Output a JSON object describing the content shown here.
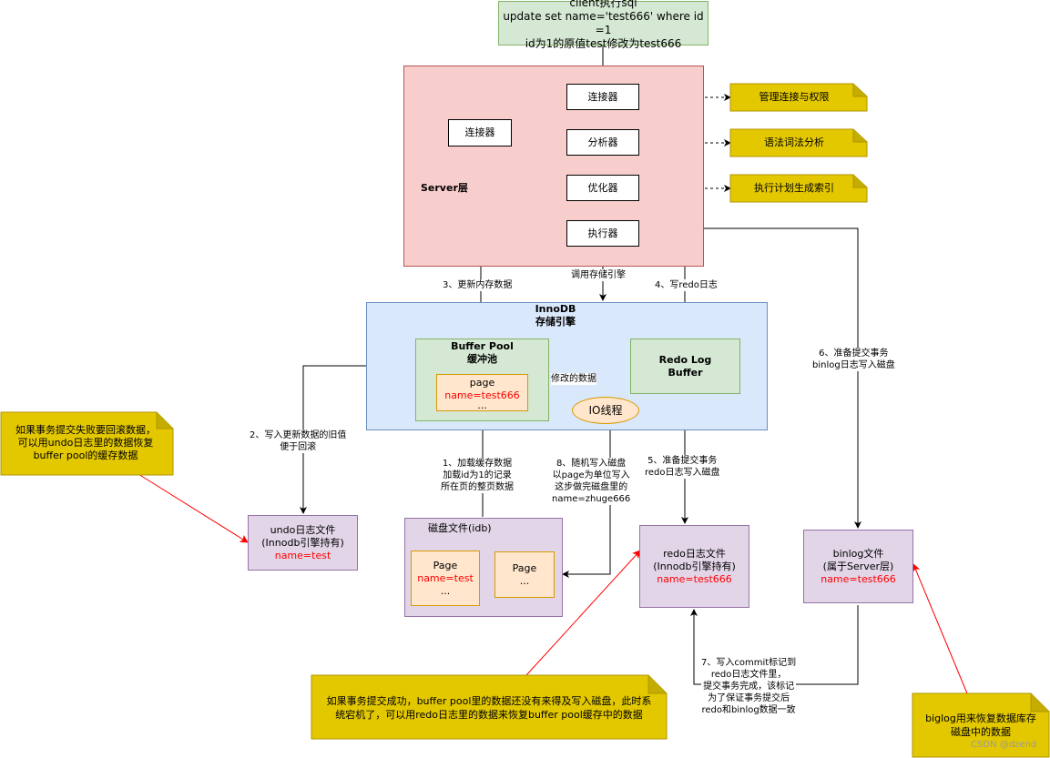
{
  "client": {
    "line1": "client执行sql",
    "line2": "update set name='test666' where id =1",
    "line3": "id为1的原值test修改为test666"
  },
  "server_layer": {
    "label": "Server层"
  },
  "server_boxes": {
    "connector": "连接器",
    "connector_side": "连接器",
    "analyzer": "分析器",
    "optimizer": "优化器",
    "executor": "执行器"
  },
  "notes": {
    "connection": "管理连接与权限",
    "syntax": "语法词法分析",
    "plan": "执行计划生成索引",
    "rollback": [
      "如果事务提交失败要回滚数据，",
      "可以用undo日志里的数据恢复",
      "buffer pool的缓存数据"
    ],
    "crash": [
      "如果事务提交成功，buffer pool里的数据还没有来得及写入磁盘，此时系",
      "统宕机了，可以用redo日志里的数据来恢复buffer pool缓存中的数据"
    ],
    "binlog": [
      "biglog用来恢复数据库存",
      "磁盘中的数据"
    ]
  },
  "innodb": {
    "line1": "InnoDB",
    "line2": "存储引擎"
  },
  "buffer_pool": {
    "line1": "Buffer Pool",
    "line2": "缓冲池",
    "page_label": "page",
    "page_value": "name=test666",
    "page_more": "..."
  },
  "redo_buffer": {
    "line1": "Redo Log",
    "line2": "Buffer"
  },
  "io_thread": "IO线程",
  "disk": {
    "label": "磁盘文件(idb)",
    "page1_label": "Page",
    "page1_value": "name=test",
    "page1_more": "...",
    "page2_label": "Page",
    "page2_more": "..."
  },
  "undo_file": {
    "line1": "undo日志文件",
    "line2": "(Innodb引擎持有)",
    "value": "name=test"
  },
  "redo_file": {
    "line1": "redo日志文件",
    "line2": "(Innodb引擎持有)",
    "value": "name=test666"
  },
  "binlog_file": {
    "line1": "binlog文件",
    "line2": "(属于Server层)",
    "value": "name=test666"
  },
  "edge_labels": {
    "call_engine": "调用存储引擎",
    "step3": "3、更新内存数据",
    "step4": "4、写redo日志",
    "modified": "修改的数据",
    "step2": [
      "2、写入更新数据的旧值",
      "便于回滚"
    ],
    "step1": [
      "1、加载缓存数据",
      "加载id为1的记录",
      "所在页的整页数据"
    ],
    "step8": [
      "8、随机写入磁盘",
      "以page为单位写入",
      "这步做完磁盘里的",
      "name=zhuge666"
    ],
    "step5": [
      "5、准备提交事务",
      "redo日志写入磁盘"
    ],
    "step6": [
      "6、准备提交事务",
      "binlog日志写入磁盘"
    ],
    "step7": [
      "7、写入commit标记到",
      "redo日志文件里，",
      "提交事务完成，该标记",
      "为了保证事务提交后",
      "redo和binlog数据一致"
    ]
  },
  "watermark": "CSDN @dzend"
}
